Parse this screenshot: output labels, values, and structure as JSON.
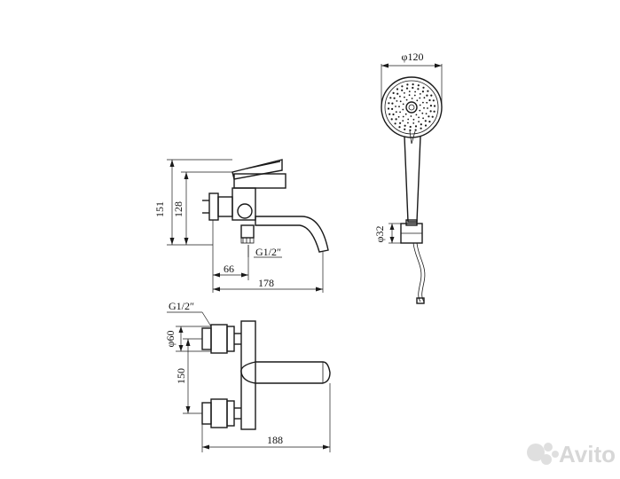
{
  "labels": {
    "diameter_head": "φ120",
    "height_total": "151",
    "height_body": "128",
    "thread_side": "G1/2″",
    "dist_66": "66",
    "depth_178": "178",
    "diameter_holder": "φ32",
    "thread_top": "G1/2″",
    "diameter_flange": "φ60",
    "center_dist": "150",
    "length_188": "188"
  },
  "watermark": {
    "brand": "Avito",
    "icon": "avito-dots-logo-icon"
  }
}
